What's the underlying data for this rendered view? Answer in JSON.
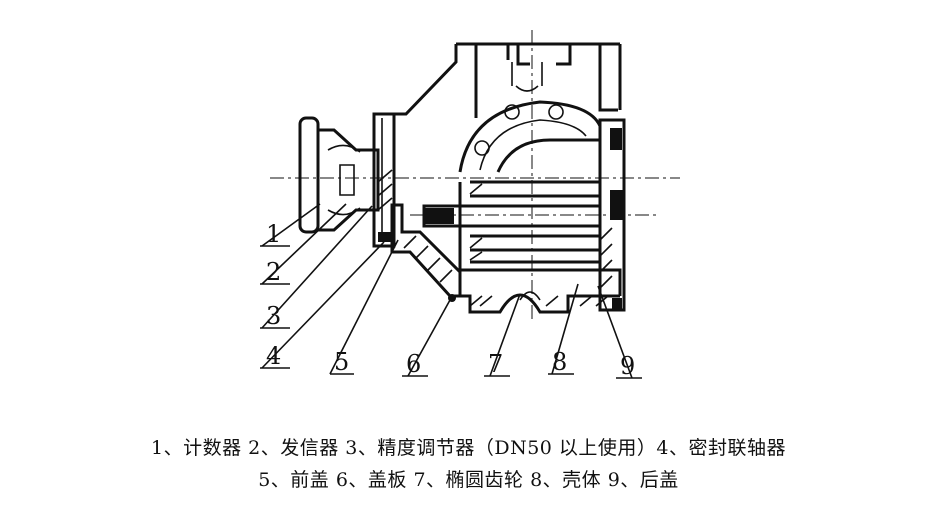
{
  "callouts": [
    {
      "id": "1",
      "text": "1"
    },
    {
      "id": "2",
      "text": "2"
    },
    {
      "id": "3",
      "text": "3"
    },
    {
      "id": "4",
      "text": "4"
    },
    {
      "id": "5",
      "text": "5"
    },
    {
      "id": "6",
      "text": "6"
    },
    {
      "id": "7",
      "text": "7"
    },
    {
      "id": "8",
      "text": "8"
    },
    {
      "id": "9",
      "text": "9"
    }
  ],
  "caption": {
    "line1": "1、计数器 2、发信器 3、精度调节器（DN50 以上使用）4、密封联轴器",
    "line2": "5、前盖 6、盖板 7、椭圆齿轮 8、壳体 9、后盖"
  }
}
